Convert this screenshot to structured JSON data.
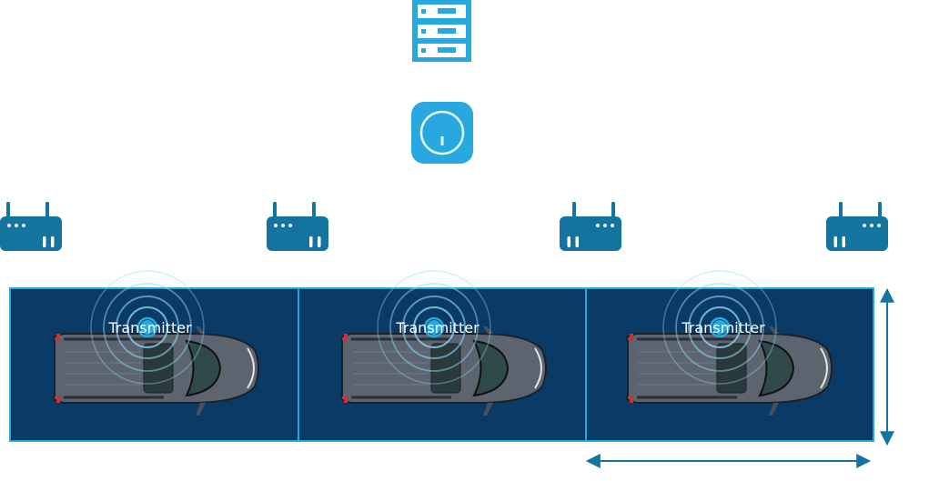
{
  "colors": {
    "server": "#29a8e0",
    "gateway": "#29a8e0",
    "router": "#13749f",
    "parking_bg": "#0a3a66",
    "parking_border": "#2aa7dc",
    "arrow": "#13749f",
    "signal": "#8fd3f2"
  },
  "icons": {
    "server": "server-icon",
    "gateway": "gateway-power-icon",
    "router": "router-icon",
    "vehicle": "car-icon",
    "dimension": "double-arrow-icon"
  },
  "spaces": [
    {
      "transmitter_label": "Transmitter"
    },
    {
      "transmitter_label": "Transmitter"
    },
    {
      "transmitter_label": "Transmitter"
    }
  ]
}
